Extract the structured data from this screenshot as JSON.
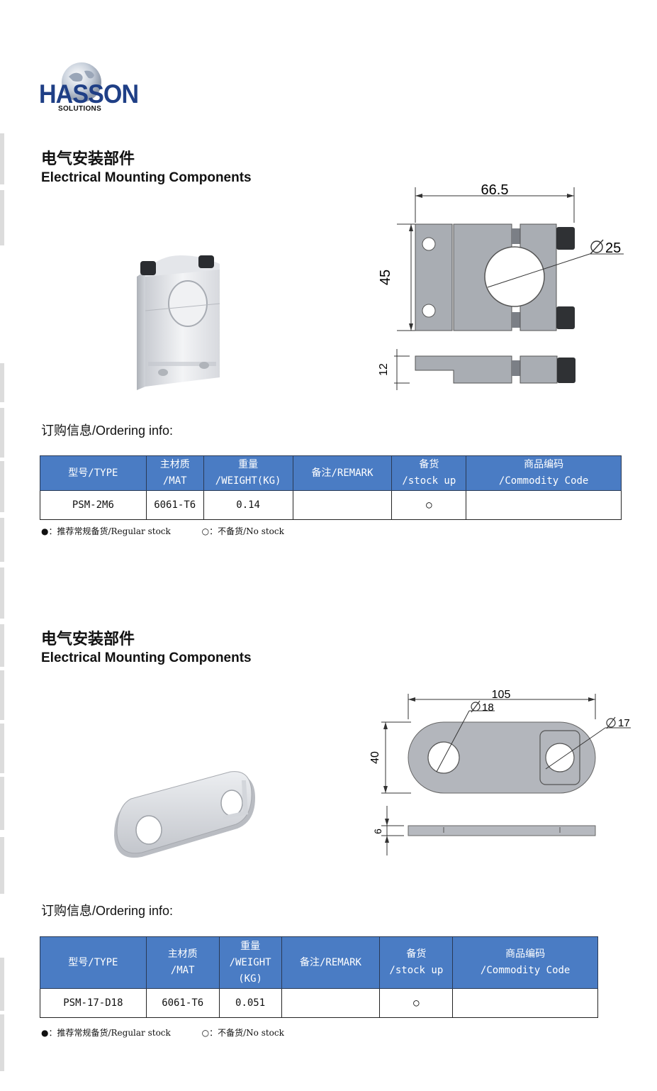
{
  "logo": {
    "name": "HASSON",
    "subtitle": "SOLUTIONS"
  },
  "sections": [
    {
      "title_cn": "电气安装部件",
      "title_en": "Electrical Mounting Components",
      "dimensions": {
        "width": "66.5",
        "height": "45",
        "diameter": "25",
        "thickness": "12"
      },
      "ordering_label": "订购信息/Ordering info:",
      "table": {
        "headers": {
          "type": "型号/TYPE",
          "mat_cn": "主材质",
          "mat_en": "/MAT",
          "weight_cn": "重量",
          "weight_en": "/WEIGHT(KG)",
          "remark": "备注/REMARK",
          "stock_cn": "备货",
          "stock_en": "/stock up",
          "code_cn": "商品编码",
          "code_en": "/Commodity Code"
        },
        "row": {
          "type": "PSM-2M6",
          "mat": "6061-T6",
          "weight": "0.14",
          "remark": "",
          "stock": "○",
          "code": ""
        }
      },
      "legend": {
        "regular": "●：推荐常规备货/Regular stock",
        "none": "○：不备货/No stock"
      }
    },
    {
      "title_cn": "电气安装部件",
      "title_en": "Electrical Mounting Components",
      "dimensions": {
        "width": "105",
        "height": "40",
        "diameter_a": "18",
        "diameter_b": "17",
        "thickness": "6"
      },
      "ordering_label": "订购信息/Ordering info:",
      "table": {
        "headers": {
          "type": "型号/TYPE",
          "mat_cn": "主材质",
          "mat_en": "/MAT",
          "weight_cn": "重量",
          "weight_en": "/WEIGHT",
          "weight_unit": "(KG)",
          "remark": "备注/REMARK",
          "stock_cn": "备货",
          "stock_en": "/stock up",
          "code_cn": "商品编码",
          "code_en": "/Commodity Code"
        },
        "row": {
          "type": "PSM-17-D18",
          "mat": "6061-T6",
          "weight": "0.051",
          "remark": "",
          "stock": "○",
          "code": ""
        }
      },
      "legend": {
        "regular": "●：推荐常规备货/Regular stock",
        "none": "○：不备货/No stock"
      }
    }
  ]
}
